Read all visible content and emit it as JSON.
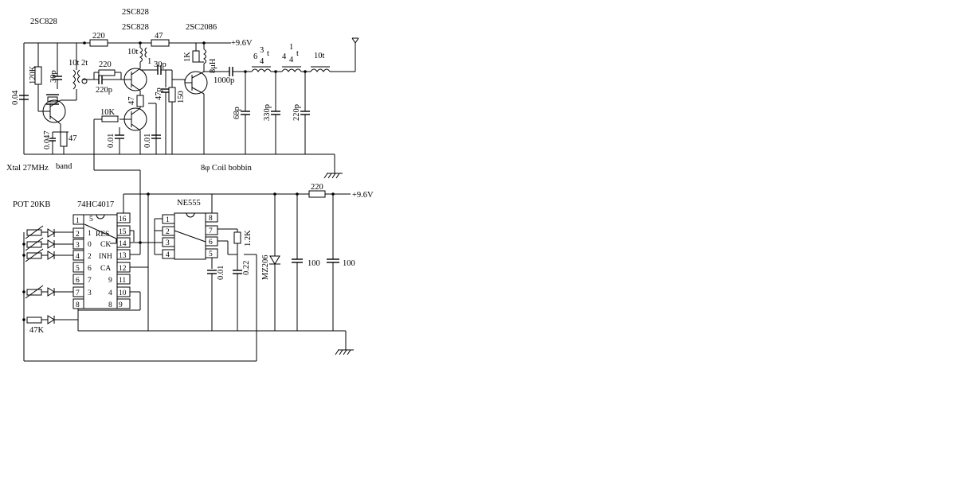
{
  "rf": {
    "q1": "2SC828",
    "q2": "2SC828",
    "q3": "2SC828",
    "q4": "2SC2086",
    "supply": "+9.6V",
    "r_220_top": "220",
    "r_47_top": "47",
    "r_120k": "120K",
    "c_30p_a": "30p",
    "c_004": "0.04",
    "coil_10t2t": "10t 2t",
    "r_220_mid": "220",
    "c_220p_mid": "220p",
    "coil_10t": "10t",
    "coil_1": "1",
    "c_30p_b": "30p",
    "r_1k": "1K",
    "ind_8uh": "8μH",
    "r_47_emit": "47",
    "c_47p": "47p",
    "r_150": "150",
    "r_10k": "10K",
    "c_001_a": "0.01",
    "c_001_b": "0.01",
    "c_0047": "0.047",
    "r_47_bottom": "47",
    "c_1000p": "1000p",
    "coil_a_whole": "6",
    "coil_a_num": "3",
    "coil_a_den": "4",
    "coil_b_whole": "4",
    "coil_b_num": "1",
    "coil_b_den": "4",
    "coil_t": "t",
    "coil_10t_out": "10t",
    "c_68p": "68p",
    "c_330p": "330p",
    "c_220p_out": "220p",
    "xtal": "Xtal 27MHz",
    "band": "band",
    "bobbin": "8φ Coil bobbin"
  },
  "logic": {
    "supply": "+9.6V",
    "r_220": "220",
    "pot": "POT 20KB",
    "counter": "74HC4017",
    "timer": "NE555",
    "counter_left_pins": [
      "1",
      "2",
      "3",
      "4",
      "5",
      "6",
      "7",
      "8"
    ],
    "counter_right_pins": [
      "16",
      "15",
      "14",
      "13",
      "12",
      "11",
      "10",
      "9"
    ],
    "counter_inner_left": [
      "5",
      "1",
      "0",
      "2",
      "6",
      "7",
      "3"
    ],
    "counter_inner_right": [
      "RES",
      "CK",
      "INH",
      "CA",
      "9",
      "4",
      "8"
    ],
    "timer_left_pins": [
      "1",
      "2",
      "3",
      "4"
    ],
    "timer_right_pins": [
      "8",
      "7",
      "6",
      "5"
    ],
    "r_12k": "1.2K",
    "c_001": "0.01",
    "c_022": "0.22",
    "ic_mz206": "MZ206",
    "c_100_a": "100",
    "c_100_b": "100",
    "r_47k": "47K"
  }
}
